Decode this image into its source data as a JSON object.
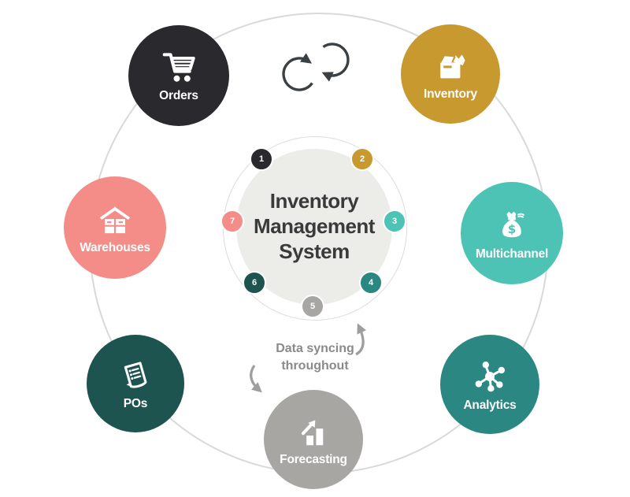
{
  "title": "Inventory Management System diagram",
  "center": {
    "title_lines": [
      "Inventory",
      "Management",
      "System"
    ]
  },
  "caption": {
    "line1": "Data syncing",
    "line2": "throughout"
  },
  "icons": {
    "top_center": "sync-loop-icon",
    "caption_arrows": [
      "curved-arrow-up-icon",
      "curved-arrow-down-icon"
    ]
  },
  "colors": {
    "outer_ring": "#D9D9D9",
    "center_fill": "#ECECE8",
    "center_stroke": "#DCDCDC",
    "title_text": "#3A3A3B",
    "caption_text": "#8A8A8A",
    "arrow_gray": "#9E9E9E",
    "sync_stroke": "#3B4045"
  },
  "nodes": [
    {
      "id": "orders",
      "label": "Orders",
      "number": "1",
      "color": "#2A2A2E",
      "icon": "shopping-cart-icon"
    },
    {
      "id": "inventory",
      "label": "Inventory",
      "number": "2",
      "color": "#C8992F",
      "icon": "inventory-box-icon"
    },
    {
      "id": "multichannel",
      "label": "Multichannel",
      "number": "3",
      "color": "#4CC3B5",
      "icon": "money-bag-icon"
    },
    {
      "id": "analytics",
      "label": "Analytics",
      "number": "4",
      "color": "#2A8781",
      "icon": "analytics-network-icon"
    },
    {
      "id": "forecasting",
      "label": "Forecasting",
      "number": "5",
      "color": "#A8A6A3",
      "icon": "bar-chart-arrow-icon"
    },
    {
      "id": "pos",
      "label": "POs",
      "number": "6",
      "color": "#1E5450",
      "icon": "purchase-order-icon"
    },
    {
      "id": "warehouses",
      "label": "Warehouses",
      "number": "7",
      "color": "#F48C88",
      "icon": "warehouse-icon"
    }
  ]
}
